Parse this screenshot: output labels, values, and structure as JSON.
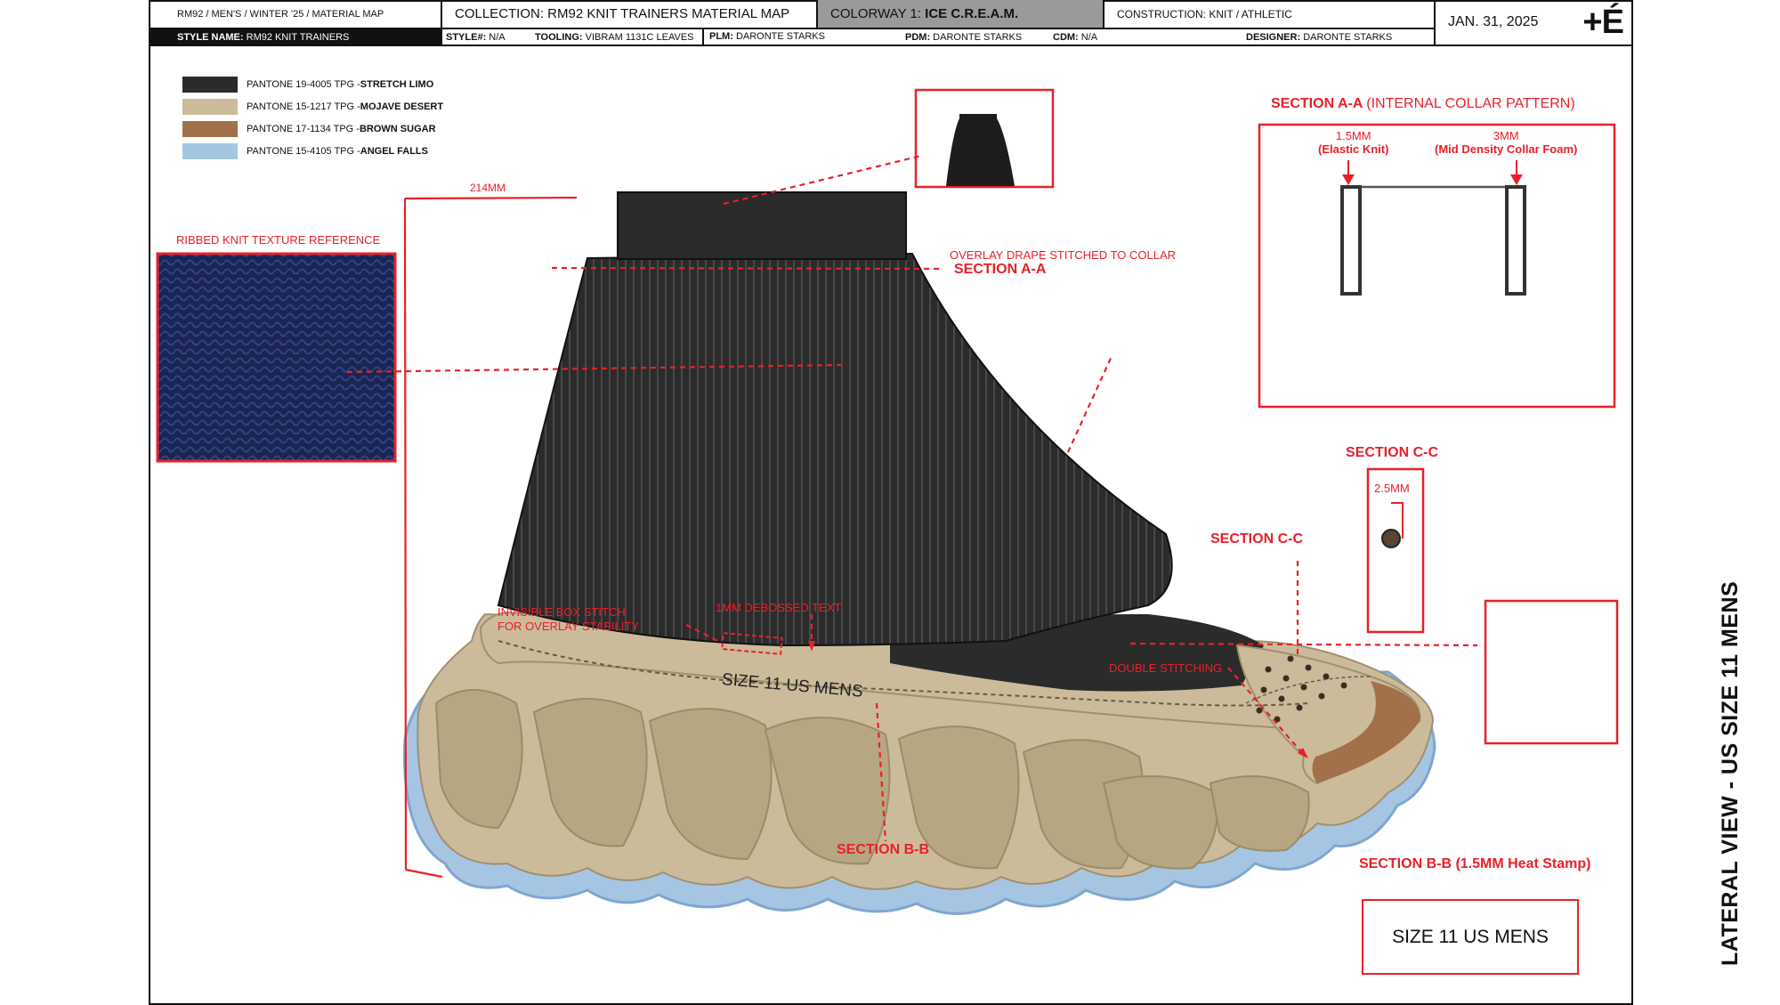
{
  "header": {
    "breadcrumb": "RM92 / MEN'S / WINTER '25 / MATERIAL MAP",
    "collection": "COLLECTION: RM92 KNIT TRAINERS MATERIAL MAP",
    "colorway_label": "COLORWAY 1:",
    "colorway_value": "ICE C.R.E.A.M.",
    "construction": "CONSTRUCTION: KNIT / ATHLETIC",
    "date": "JAN. 31, 2025",
    "logo": "+É",
    "style_name_label": "STYLE NAME:",
    "style_name_value": "RM92 KNIT TRAINERS",
    "style_no_label": "STYLE#:",
    "style_no_value": "N/A",
    "tooling_label": "TOOLING:",
    "tooling_value": "VIBRAM 1131C LEAVES",
    "plm_label": "PLM:",
    "plm_value": "DARONTE STARKS",
    "pdm_label": "PDM:",
    "pdm_value": "DARONTE STARKS",
    "cdm_label": "CDM:",
    "cdm_value": "N/A",
    "designer_label": "DESIGNER:",
    "designer_value": "DARONTE STARKS"
  },
  "legend": [
    {
      "code": "PANTONE 19-4005 TPG - ",
      "name": "STRETCH LIMO",
      "color": "#2b2b2b"
    },
    {
      "code": "PANTONE 15-1217 TPG - ",
      "name": "MOJAVE DESERT",
      "color": "#cbbb9b"
    },
    {
      "code": "PANTONE 17-1134 TPG - ",
      "name": "BROWN SUGAR",
      "color": "#a2704a"
    },
    {
      "code": "PANTONE 15-4105 TPG - ",
      "name": "ANGEL FALLS",
      "color": "#a6c5e2"
    }
  ],
  "annotations": {
    "dimension_214": "214MM",
    "ribbed_reference": "RIBBED KNIT TEXTURE REFERENCE",
    "overlay_drape": "OVERLAY DRAPE STITCHED TO COLLAR",
    "section_aa": "SECTION A-A",
    "section_aa_title": "SECTION A-A",
    "section_aa_subtitle": "(INTERNAL COLLAR PATTERN)",
    "elastic_mm": "1.5MM",
    "elastic_name": "(Elastic Knit)",
    "foam_mm": "3MM",
    "foam_name": "(Mid Density Collar Foam)",
    "section_cc_title": "SECTION C-C",
    "section_cc_dim": "2.5MM",
    "section_cc": "SECTION C-C",
    "invisible_stitch_1": "INVISIBLE BOX STITCH",
    "invisible_stitch_2": "FOR OVERLAY STABILITY",
    "debossed": "1MM DEBOSSED TEXT",
    "double_stitching": "DOUBLE STITCHING",
    "section_bb": "SECTION B-B",
    "section_bb_heat": "SECTION B-B (1.5MM Heat Stamp)",
    "shoe_text": "SIZE 11 US MENS",
    "size_box": "SIZE 11 US MENS",
    "view_title": "LATERAL VIEW - US SIZE 11 MENS"
  },
  "colors": {
    "accent_red": "#e8202a",
    "knit_black": "#2b2b2b",
    "mojave": "#cbbb9b",
    "brown_sugar": "#a2704a",
    "angel_falls": "#a6c5e2",
    "navy_knit": "#1b2553"
  }
}
